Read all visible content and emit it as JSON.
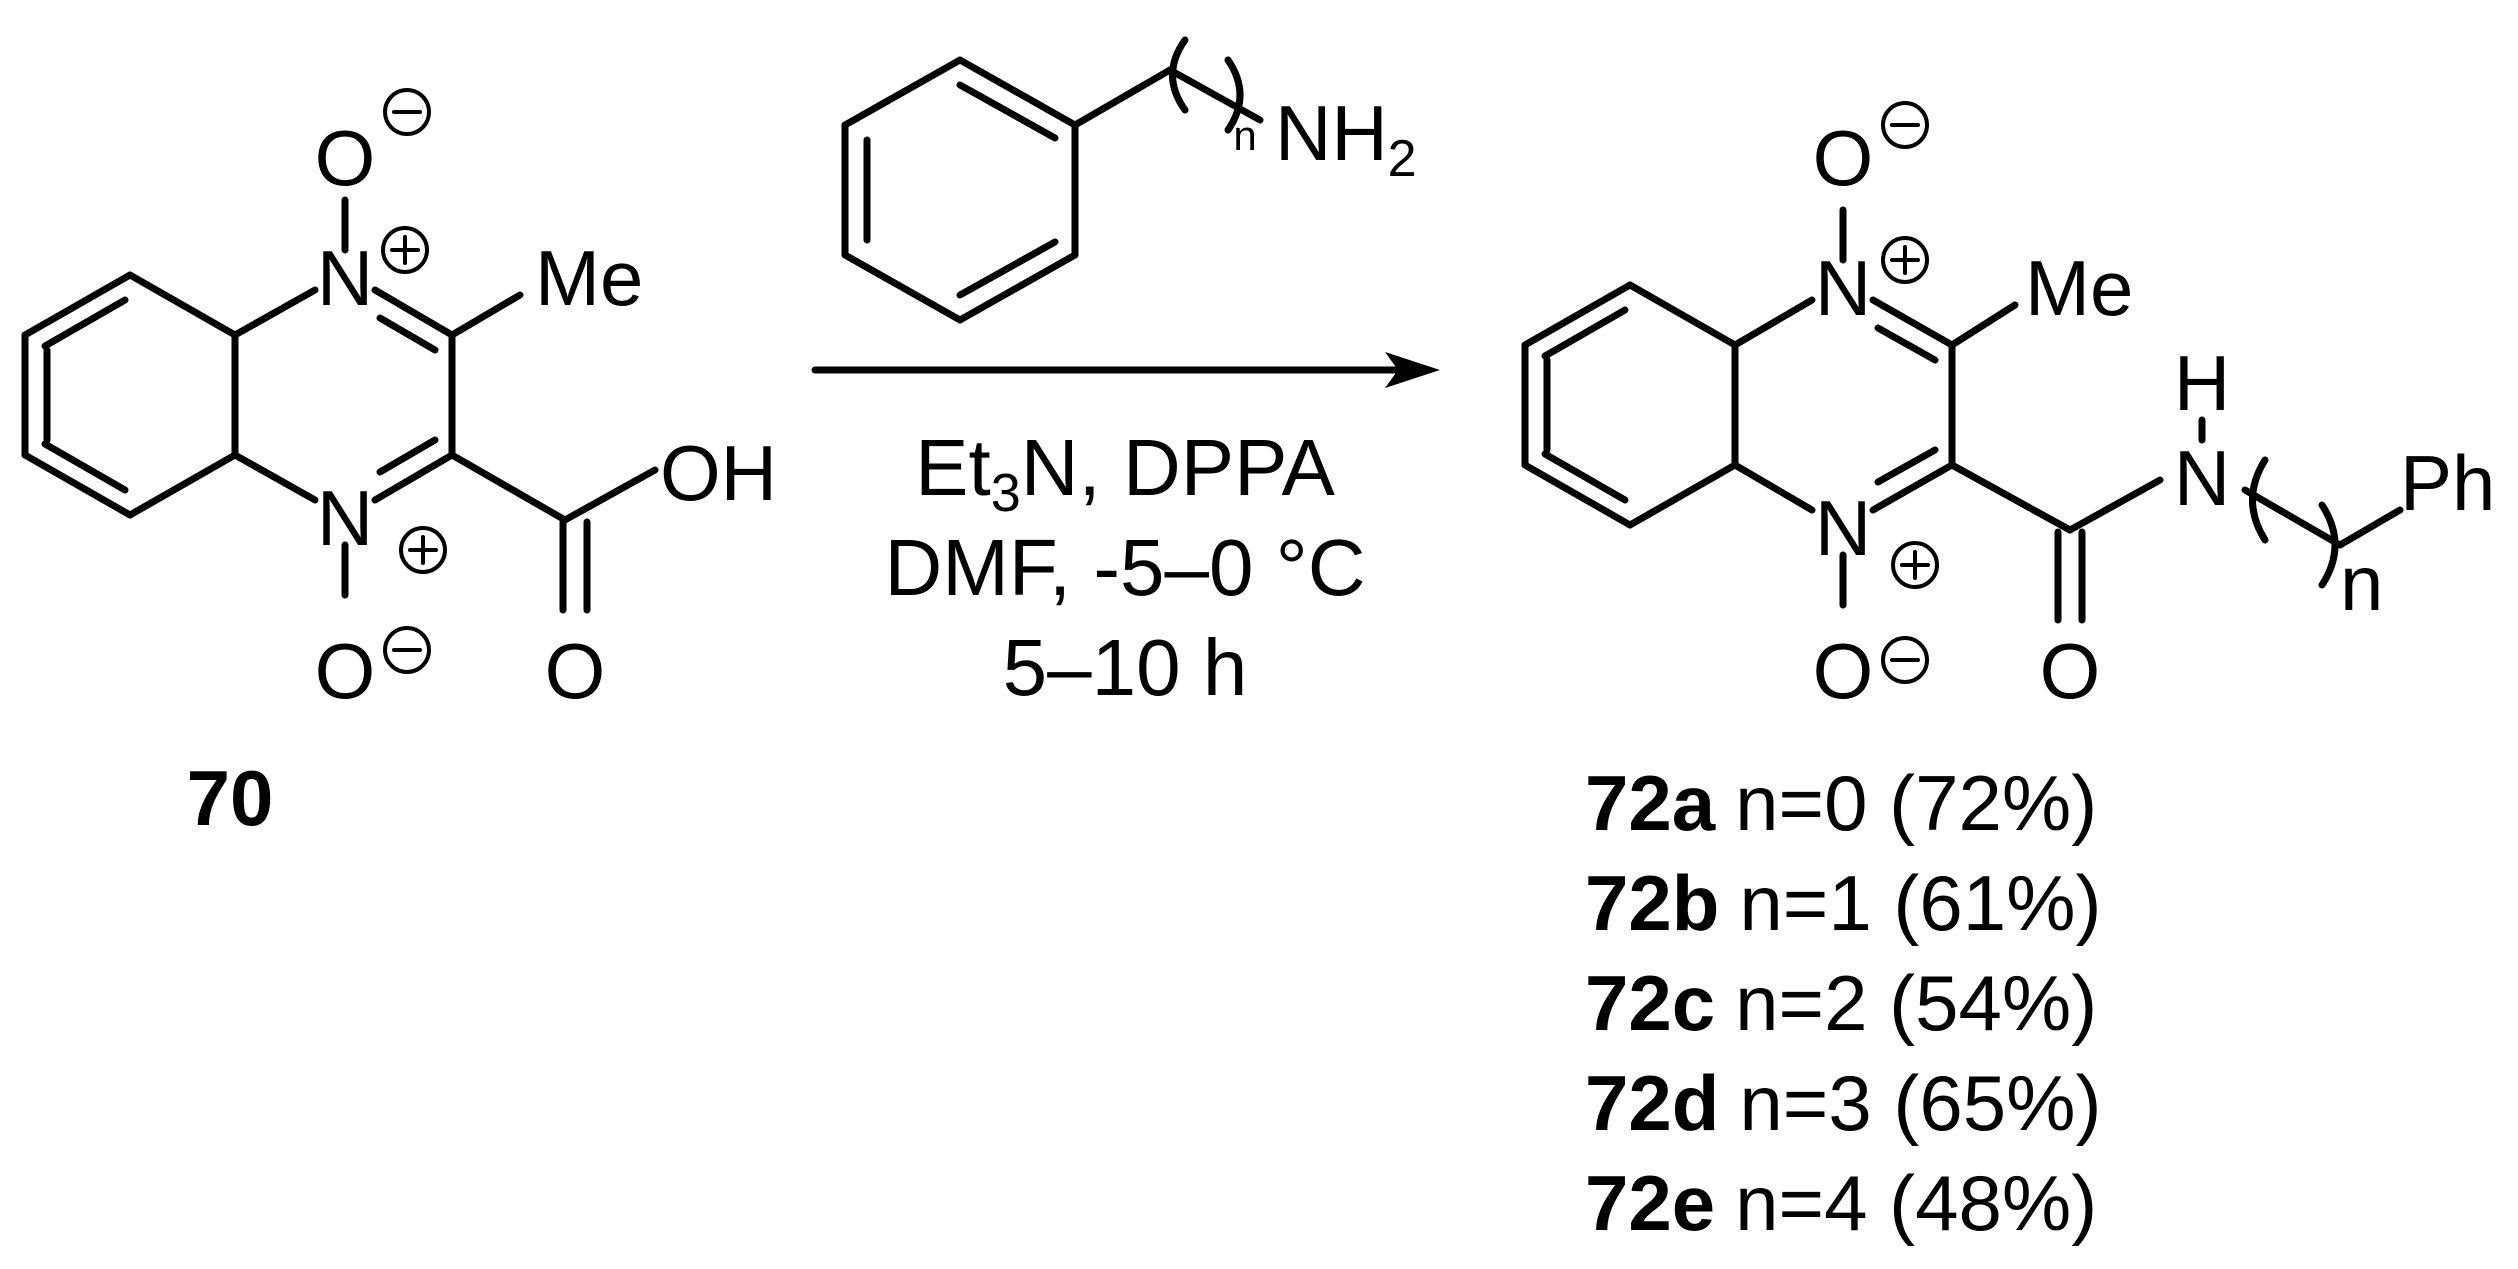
{
  "starting_material": {
    "label": "70",
    "atoms": {
      "n_top": "N",
      "n_bottom": "N",
      "o_top": "O",
      "o_bottom": "O",
      "methyl": "Me",
      "hydroxyl": "OH",
      "carbonyl_o": "O"
    }
  },
  "reagent": {
    "amine": "NH",
    "amine_sub": "2",
    "chain_n": "n"
  },
  "conditions": {
    "line1_a": "Et",
    "line1_sub": "3",
    "line1_b": "N, DPPA",
    "line2": "DMF, -5–0 °C",
    "line3": "5–10 h"
  },
  "product": {
    "atoms": {
      "n_top": "N",
      "n_bottom": "N",
      "o_top": "O",
      "o_bottom": "O",
      "methyl": "Me",
      "carbonyl_o": "O",
      "amide_n": "N",
      "amide_h": "H",
      "phenyl": "Ph",
      "chain_n": "n"
    },
    "results": [
      {
        "label": "72a",
        "text": "n=0 (72%)"
      },
      {
        "label": "72b",
        "text": "n=1 (61%)"
      },
      {
        "label": "72c",
        "text": "n=2 (54%)"
      },
      {
        "label": "72d",
        "text": "n=3 (65%)"
      },
      {
        "label": "72e",
        "text": "n=4 (48%)"
      }
    ]
  }
}
